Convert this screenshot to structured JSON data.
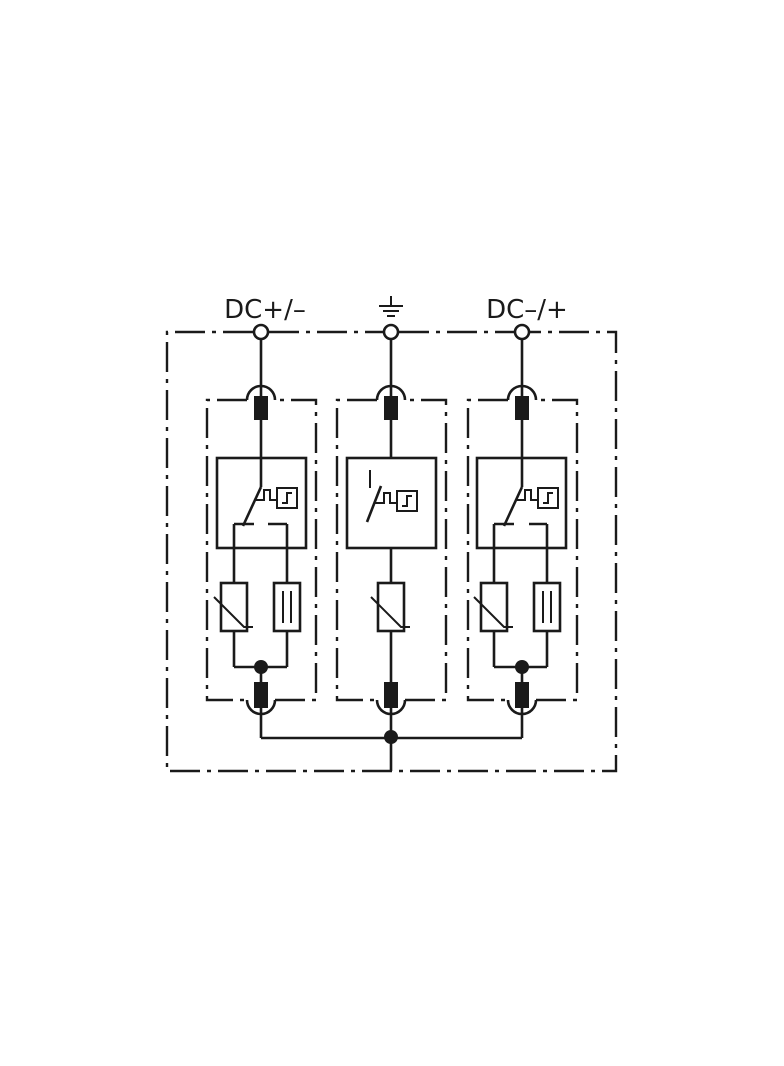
{
  "labels": {
    "left_terminal": "DC+/–",
    "right_terminal": "DC–/+"
  },
  "modules": [
    {
      "name": "module-left",
      "kind": "varistor-with-spark-gap"
    },
    {
      "name": "module-center",
      "kind": "varistor-to-ground"
    },
    {
      "name": "module-right",
      "kind": "varistor-with-spark-gap"
    }
  ],
  "icons": {
    "ground": "ground-icon",
    "thermal_disconnector": "thermal-disconnector-icon",
    "varistor": "varistor-icon",
    "spark_gap": "spark-gap-icon",
    "fuse": "fuse-icon"
  },
  "colors": {
    "line": "#1a1a1a",
    "background": "#ffffff"
  }
}
